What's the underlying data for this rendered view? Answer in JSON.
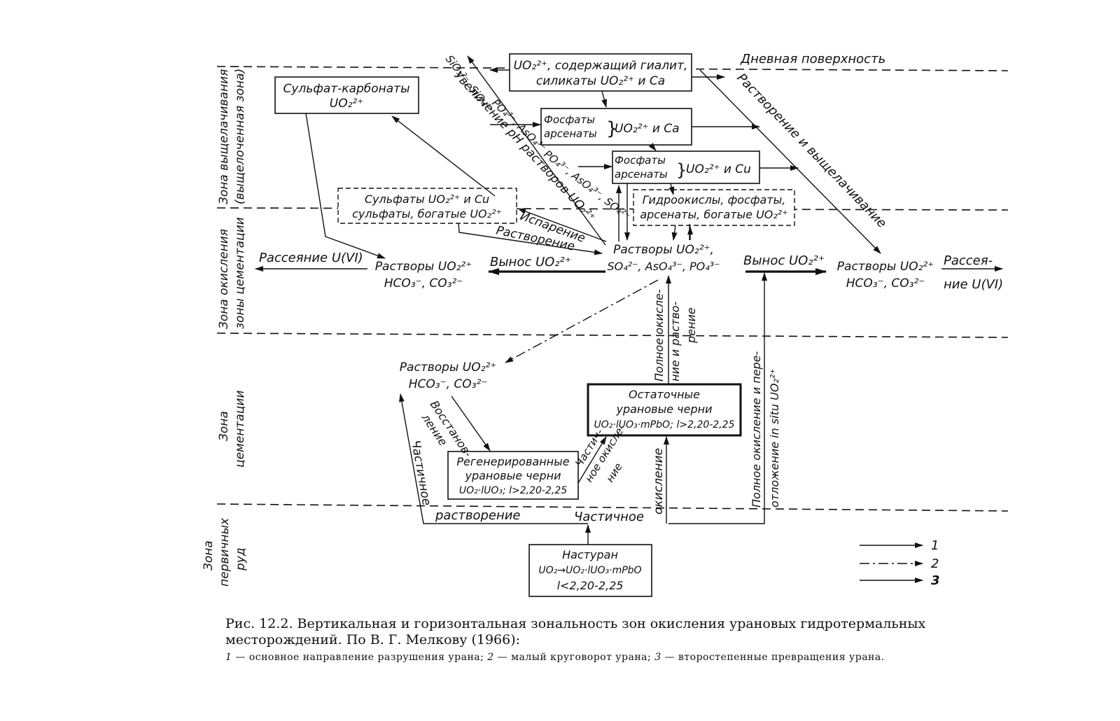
{
  "zones": {
    "leaching": "Зона выщелачивания",
    "leaching_sub": "(выщелоченная зона)",
    "oxidation": "Зона окисления",
    "oxidation_sub": "зоны цементации",
    "cementation_1": "Зона",
    "cementation_2": "цементации",
    "primary_1": "Зона",
    "primary_2": "первичных",
    "primary_3": "руд"
  },
  "surface_label": "Дневная поверхность",
  "boxes": {
    "sulfate_carbonates": [
      "Сульфат-карбонаты",
      "UO₂²⁺"
    ],
    "hyalite": [
      "UO₂²⁺, содержащий гиалит,",
      "силикаты UO₂²⁺ и Ca"
    ],
    "phosphates_ca_left": [
      "Фосфаты",
      "арсенаты"
    ],
    "phosphates_ca_right": "UO₂²⁺ и Ca",
    "phosphates_cu_left": [
      "Фосфаты",
      "арсенаты"
    ],
    "phosphates_cu_right": "UO₂²⁺ и Cu",
    "sulfates_cu": [
      "Сульфаты UO₂²⁺ и Cu",
      "сульфаты, богатые UO₂²⁺"
    ],
    "hydroxides": [
      "Гидроокислы, фосфаты,",
      "арсенаты, богатые UO₂²⁺"
    ],
    "residual_blacks": [
      "Остаточные",
      "урановые черни",
      "UO₂·lUO₃·mPbO; l>2,20-2,25"
    ],
    "regenerated_blacks": [
      "Регенерированные",
      "урановые черни",
      "UO₂·lUO₃; l>2,20-2,25"
    ],
    "nasturan": [
      "Настуран",
      "UO₂→UO₂·lUO₃·mPbO",
      "l<2,20-2,25"
    ]
  },
  "solutions": {
    "center": [
      "Растворы UO₂²⁺,",
      "SO₄²⁻, AsO₄³⁻, PO₄³⁻"
    ],
    "left": [
      "Растворы UO₂²⁺",
      "HCO₃⁻, CO₃²⁻"
    ],
    "right": [
      "Растворы UO₂²⁺",
      "HCO₃⁻, CO₃²⁻"
    ],
    "cementation": [
      "Растворы UO₂²⁺",
      "HCO₃⁻, CO₃²⁻"
    ]
  },
  "arrow_labels": {
    "dispersion_left": "Рассеяние U(VI)",
    "removal_left": "Вынос UO₂²⁺",
    "removal_right": "Вынос UO₂²⁺",
    "dispersion_right": [
      "Рассея-",
      "ние U(VI)"
    ],
    "dissolution_leaching": "Растворение и выщелачивание",
    "ph_increase": "Увеличение pH растворов UO₂²⁺",
    "sio_label": "SiO₃²⁻, SiO₄⁴⁻",
    "po_as_1": "PO₄³⁻, AsO₄³⁻",
    "po_as_so": "PO₄³⁻, AsO₄³⁻, SO₄²⁻",
    "evaporation": "Испарение",
    "dissolution": "Растворение",
    "full_ox_dissolution": [
      "Полное окисле-",
      "ние и раство-",
      "рение"
    ],
    "full_ox_redeposition": [
      "Полное окисление и пере-",
      "отложение in situ UO₂²⁺"
    ],
    "reduction": [
      "Восстанов-",
      "ление"
    ],
    "partial_ox": [
      "Частич-",
      "ное окисле-",
      "ние"
    ],
    "partial_left": "Частичное",
    "dissolution_bottom": "растворение",
    "partial_bottom": "Частичное",
    "oxidation": "окисление"
  },
  "legend": [
    "1",
    "2",
    "3"
  ],
  "caption": {
    "main": "Рис. 12.2. Вертикальная и горизонтальная зональность зон окисления урановых гидротермальных месторождений. По В. Г. Мелкову (1966):",
    "legend_1_num": "1",
    "legend_1_text": " — основное направление разрушения урана; ",
    "legend_2_num": "2",
    "legend_2_text": " — малый круговорот урана; ",
    "legend_3_num": "3",
    "legend_3_text": " — второстепенные превращения урана."
  }
}
